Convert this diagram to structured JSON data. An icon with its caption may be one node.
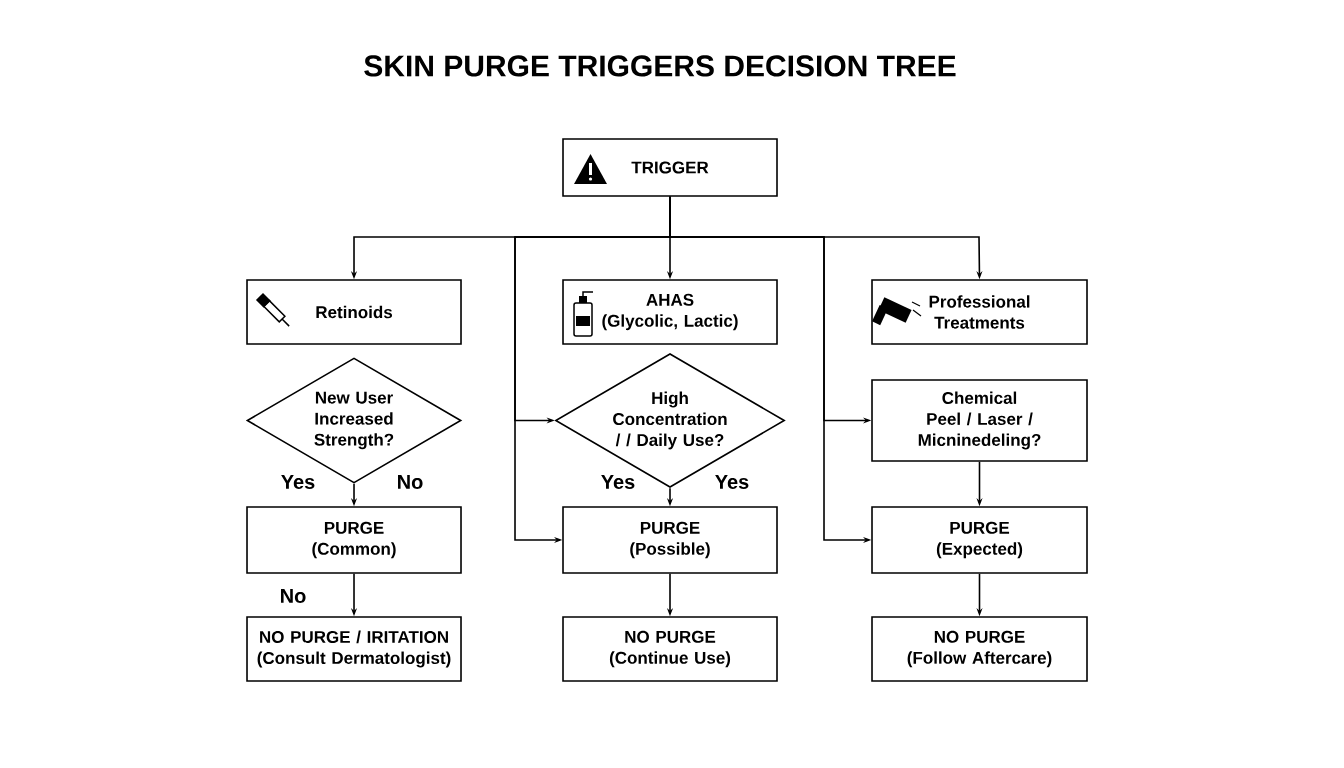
{
  "diagram": {
    "title": "SKIN PURGE TRIGGERS DECISION TREE",
    "nodes": [
      {
        "text": [
          "TRIGGER"
        ]
      },
      {
        "text": [
          "Retinoids"
        ]
      },
      {
        "text": [
          "AHAS",
          "(Glycolic, Lactic)"
        ]
      },
      {
        "text": [
          "Professional Treatments"
        ]
      },
      {
        "text": [
          "New User Increased Strength?"
        ]
      },
      {
        "text": [
          "High Concentration / / Daily Use?"
        ]
      },
      {
        "text": [
          "Chemical Peel / Laser / Micninedeling?"
        ]
      },
      {
        "text": [
          "PURGE",
          "(Common)"
        ]
      },
      {
        "text": [
          "PURGE",
          "(Possible)"
        ]
      },
      {
        "text": [
          "PURGE",
          "(Expected)"
        ]
      },
      {
        "text": [
          "NO PURGE / IRITATION",
          "(Consult Dermatologist)"
        ]
      },
      {
        "text": [
          "NO PURGE",
          "(Continue Use)"
        ]
      },
      {
        "text": [
          "NO PURGE",
          "(Follow Aftercare)"
        ]
      }
    ],
    "edges": [
      {
        "from": 0,
        "to": 1,
        "arrow": "to"
      },
      {
        "from": 0,
        "to": 2,
        "arrow": "to"
      },
      {
        "from": 0,
        "to": 3,
        "arrow": "to"
      },
      {
        "from": 0,
        "to": 5,
        "arrow": "to"
      },
      {
        "from": 0,
        "to": 8,
        "arrow": "to"
      },
      {
        "from": 0,
        "to": 6,
        "arrow": "to"
      },
      {
        "from": 0,
        "to": 9,
        "arrow": "to"
      },
      {
        "from": 4,
        "to": 7,
        "arrow": "to"
      },
      {
        "from": 5,
        "to": 8,
        "arrow": "to"
      },
      {
        "from": 6,
        "to": 9,
        "arrow": "to"
      },
      {
        "from": 7,
        "to": 10,
        "arrow": "to"
      },
      {
        "from": 8,
        "to": 11,
        "arrow": "to"
      },
      {
        "from": 9,
        "to": 12,
        "arrow": "to"
      }
    ],
    "labels": [
      "Yes",
      "No",
      "Yes",
      "Yes",
      "No"
    ]
  }
}
